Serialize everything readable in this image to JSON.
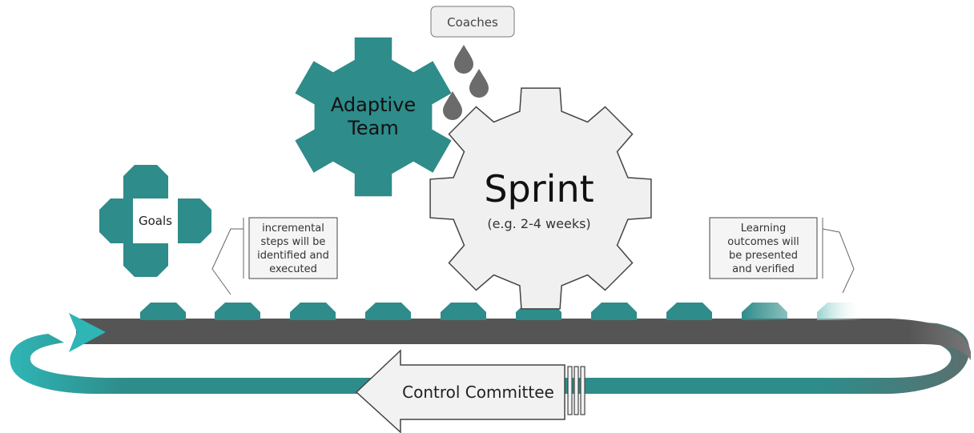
{
  "coaches": {
    "label": "Coaches"
  },
  "adaptive_team": {
    "line1": "Adaptive",
    "line2": "Team"
  },
  "goals": {
    "label": "Goals"
  },
  "sprint": {
    "title": "Sprint",
    "subtitle": "(e.g. 2-4 weeks)"
  },
  "notes": {
    "incremental": [
      "incremental",
      "steps will be",
      "identified and",
      "executed"
    ],
    "learning": [
      "Learning",
      "outcomes will",
      "be presented",
      "and verified"
    ]
  },
  "control_committee": {
    "label": "Control Committee"
  },
  "colors": {
    "teal": "#2e8c8a",
    "teal_light": "#2fb5b5",
    "belt_dark": "#555555",
    "gear_light": "#f0f0f0",
    "drop": "#6b6b6b"
  },
  "step_count": 10
}
